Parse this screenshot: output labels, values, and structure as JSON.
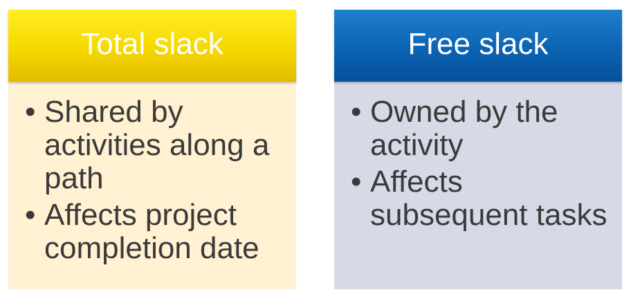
{
  "total_slack": {
    "title": "Total slack",
    "bullets": [
      "Shared by activities along a path",
      "Affects project completion date"
    ],
    "header_color": "#f5d800",
    "body_color": "#fff1d2"
  },
  "free_slack": {
    "title": "Free slack",
    "bullets": [
      "Owned by the activity",
      "Affects subsequent tasks"
    ],
    "header_color": "#0c63b3",
    "body_color": "#d5dae6"
  }
}
